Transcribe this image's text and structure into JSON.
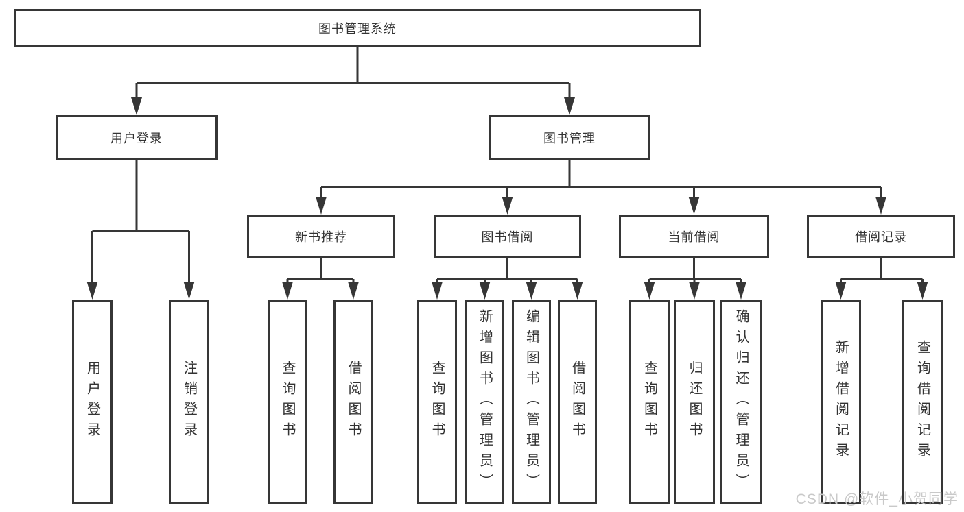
{
  "diagram": {
    "type": "hierarchy-tree",
    "title": "图书管理系统",
    "root": {
      "label": "图书管理系统"
    },
    "nodes": {
      "user_login": {
        "label": "用户登录"
      },
      "book_mgmt": {
        "label": "图书管理"
      },
      "new_book_rec": {
        "label": "新书推荐"
      },
      "book_borrow": {
        "label": "图书借阅"
      },
      "current_borrow": {
        "label": "当前借阅"
      },
      "borrow_records": {
        "label": "借阅记录"
      },
      "ul_login": {
        "label": "用户登录"
      },
      "ul_logout": {
        "label": "注销登录"
      },
      "nb_query": {
        "label": "查询图书"
      },
      "nb_borrow": {
        "label": "借阅图书"
      },
      "bb_query": {
        "label": "查询图书"
      },
      "bb_add": {
        "label": "新增图书（管理员）"
      },
      "bb_edit": {
        "label": "编辑图书（管理员）"
      },
      "bb_borrow": {
        "label": "借阅图书"
      },
      "cb_query": {
        "label": "查询图书"
      },
      "cb_return": {
        "label": "归还图书"
      },
      "cb_confirm": {
        "label": "确认归还（管理员）"
      },
      "br_add": {
        "label": "新增借阅记录"
      },
      "br_query": {
        "label": "查询借阅记录"
      }
    },
    "structure": {
      "图书管理系统": {
        "用户登录": [
          "用户登录",
          "注销登录"
        ],
        "图书管理": {
          "新书推荐": [
            "查询图书",
            "借阅图书"
          ],
          "图书借阅": [
            "查询图书",
            "新增图书（管理员）",
            "编辑图书（管理员）",
            "借阅图书"
          ],
          "当前借阅": [
            "查询图书",
            "归还图书",
            "确认归还（管理员）"
          ],
          "借阅记录": [
            "新增借阅记录",
            "查询借阅记录"
          ]
        }
      }
    }
  },
  "watermark": {
    "text": "CSDN @软件_小贺同学"
  },
  "colors": {
    "line": "#363636",
    "text": "#333333",
    "background": "#ffffff",
    "watermark": "#c9c9c9"
  }
}
